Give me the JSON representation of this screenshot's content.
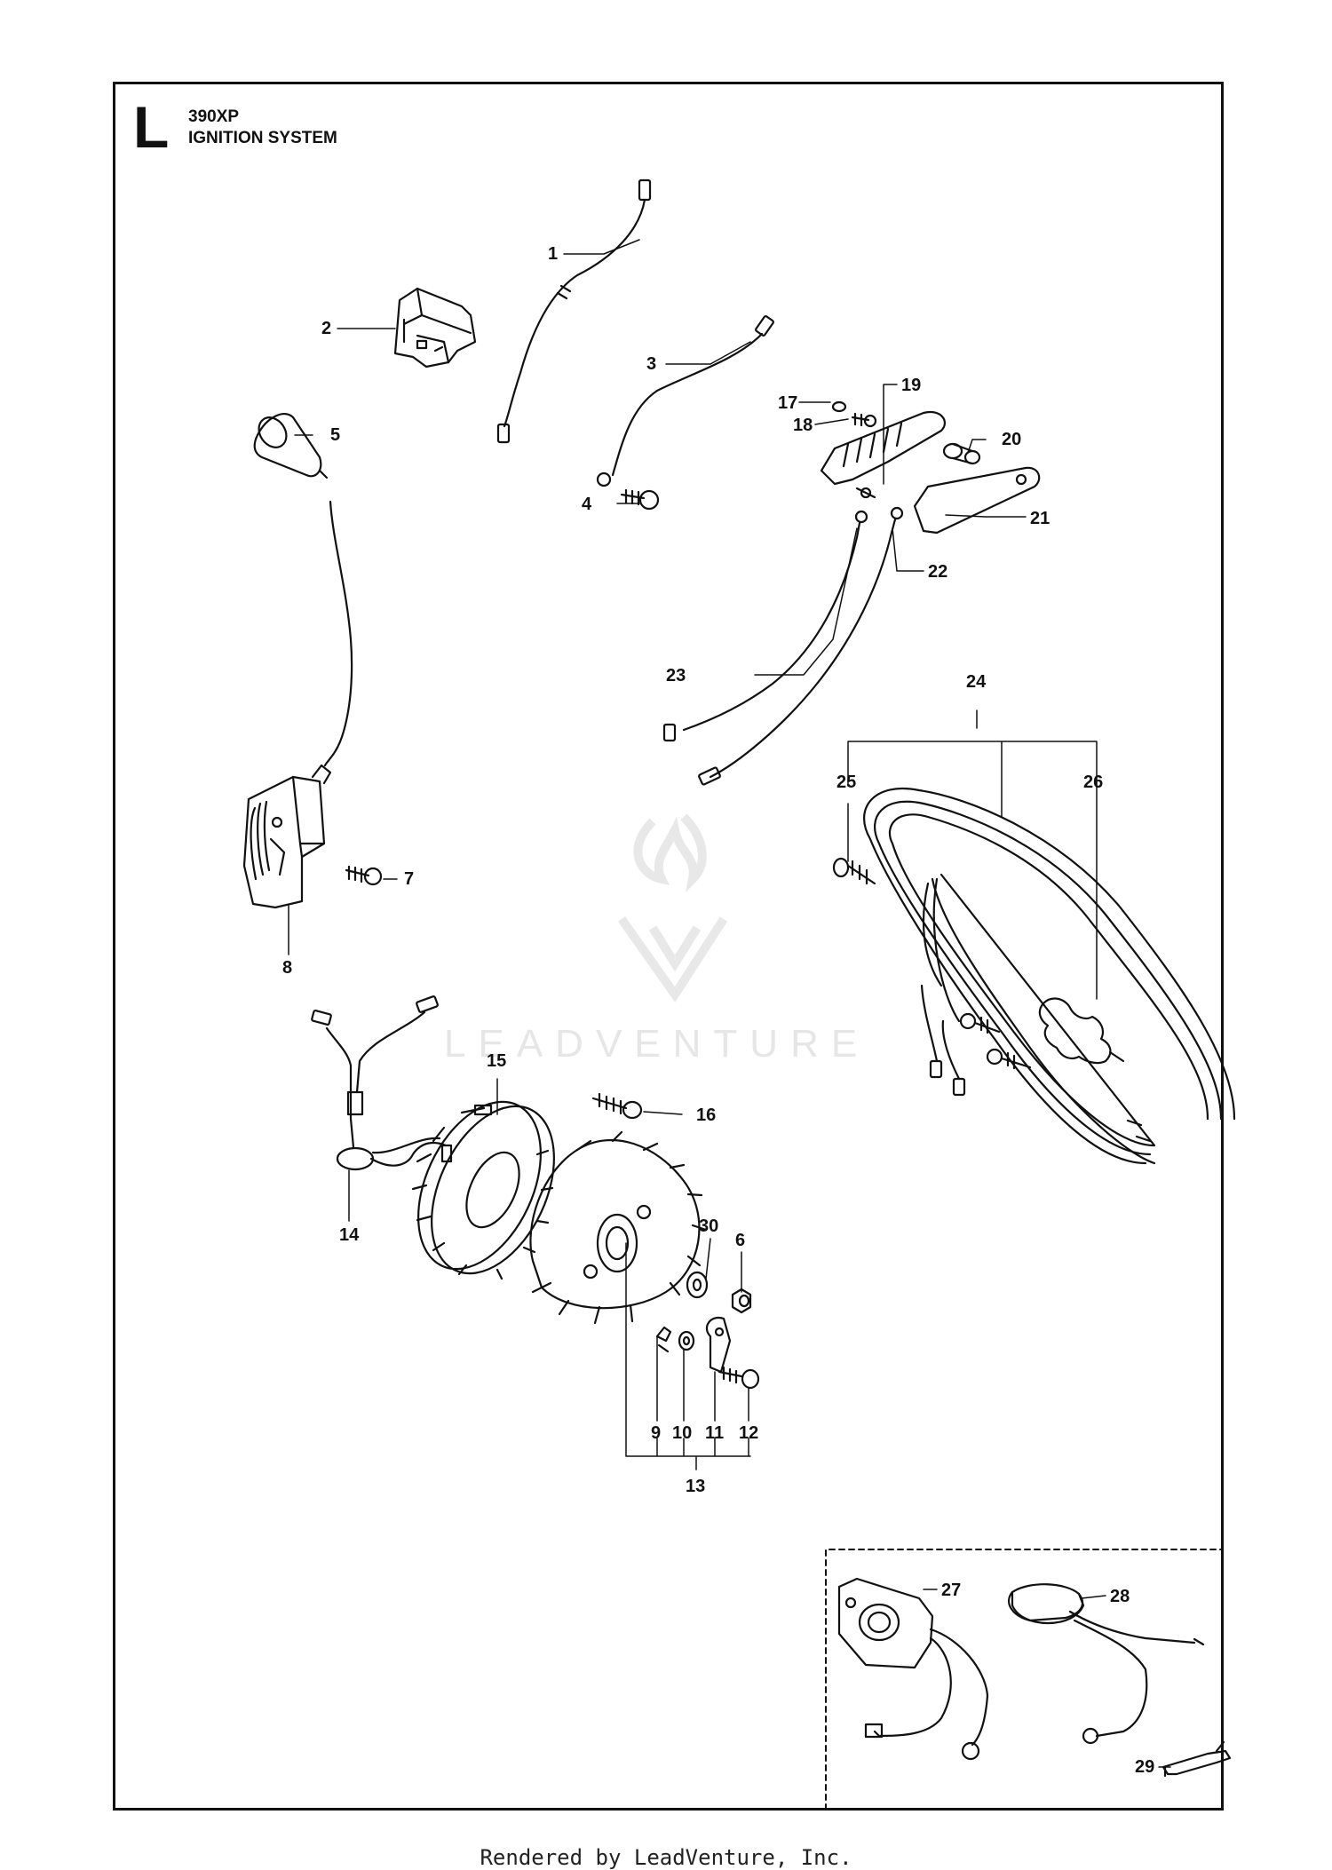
{
  "header": {
    "section_letter": "L",
    "model": "390XP",
    "title": "IGNITION SYSTEM"
  },
  "watermark": {
    "text": "LEADVENTURE"
  },
  "footer": {
    "text": "Rendered by LeadVenture, Inc."
  },
  "callouts": [
    "1",
    "2",
    "3",
    "4",
    "5",
    "6",
    "7",
    "8",
    "9",
    "10",
    "11",
    "12",
    "13",
    "14",
    "15",
    "16",
    "17",
    "18",
    "19",
    "20",
    "21",
    "22",
    "23",
    "24",
    "25",
    "26",
    "27",
    "28",
    "29",
    "30"
  ],
  "parts": [
    {
      "id": "1",
      "name": "ignition-cable"
    },
    {
      "id": "2",
      "name": "stop-switch"
    },
    {
      "id": "3",
      "name": "ground-cable"
    },
    {
      "id": "4",
      "name": "screw"
    },
    {
      "id": "5",
      "name": "spark-plug-cap"
    },
    {
      "id": "6",
      "name": "nut"
    },
    {
      "id": "7",
      "name": "screw"
    },
    {
      "id": "8",
      "name": "ignition-module"
    },
    {
      "id": "9",
      "name": "key"
    },
    {
      "id": "10",
      "name": "washer"
    },
    {
      "id": "11",
      "name": "pawl"
    },
    {
      "id": "12",
      "name": "screw"
    },
    {
      "id": "13",
      "name": "pawl-kit"
    },
    {
      "id": "14",
      "name": "grommet"
    },
    {
      "id": "15",
      "name": "generator"
    },
    {
      "id": "16",
      "name": "screw"
    },
    {
      "id": "17",
      "name": "washer"
    },
    {
      "id": "18",
      "name": "screw"
    },
    {
      "id": "19",
      "name": "contact"
    },
    {
      "id": "20",
      "name": "spacer"
    },
    {
      "id": "21",
      "name": "plate"
    },
    {
      "id": "22",
      "name": "cable"
    },
    {
      "id": "23",
      "name": "cable"
    },
    {
      "id": "24",
      "name": "handle-kit"
    },
    {
      "id": "25",
      "name": "screw"
    },
    {
      "id": "26",
      "name": "heating-element"
    },
    {
      "id": "27",
      "name": "ignition-module-alt"
    },
    {
      "id": "28",
      "name": "generator-alt"
    },
    {
      "id": "29",
      "name": "clip"
    },
    {
      "id": "30",
      "name": "washer"
    }
  ]
}
